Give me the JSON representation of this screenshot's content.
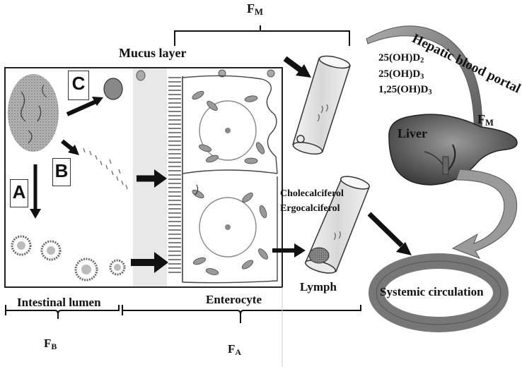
{
  "labels": {
    "fm_top": "F",
    "fm_top_sub": "M",
    "mucus_layer": "Mucus layer",
    "hepatic_portal": "Hepatic blood portal",
    "metabolite_1": "25(OH)D",
    "metabolite_1_sub": "2",
    "metabolite_2": "25(OH)D",
    "metabolite_2_sub": "3",
    "metabolite_3": "1,25(OH)D",
    "metabolite_3_sub": "3",
    "fm_liver": "F",
    "fm_liver_sub": "M",
    "liver": "Liver",
    "cholecalciferol": "Cholecalciferol",
    "ergocalciferol": "Ergocalciferol",
    "lymph": "Lymph",
    "systemic_circulation": "Systemic circulation",
    "intestinal_lumen": "Intestinal lumen",
    "enterocyte": "Enterocyte",
    "fb": "F",
    "fb_sub": "B",
    "fa": "F",
    "fa_sub": "A",
    "box_a": "A",
    "box_b": "B",
    "box_c": "C"
  },
  "colors": {
    "liver": "#4a4a4a",
    "ring": "#7a7a7a",
    "arrow": "#111111",
    "mucus": "#e6e6e6"
  }
}
